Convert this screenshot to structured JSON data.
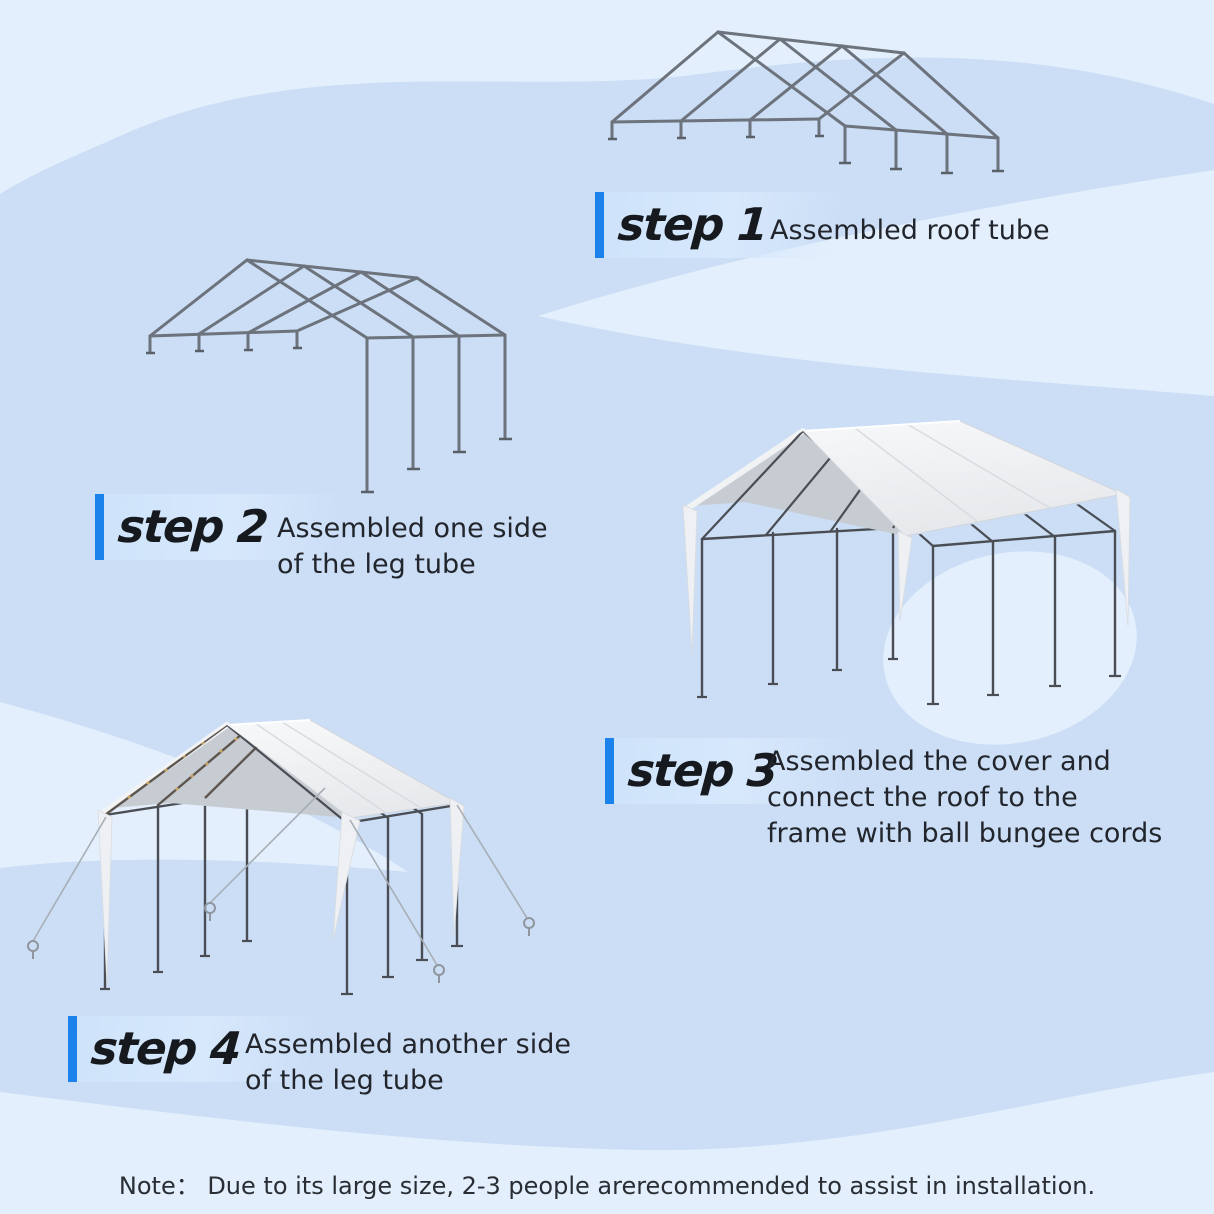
{
  "colors": {
    "background": "#cbdef6",
    "swoosh": "#e3effc",
    "accent_bar": "#1b82ec",
    "text": "#22262c",
    "canopy_white": "#f0f1f3",
    "frame_metal": "#6d737c"
  },
  "steps": [
    {
      "label": "step 1",
      "description": "Assembled roof tube",
      "illustration": "assembled roof tube frame"
    },
    {
      "label": "step 2",
      "description": "Assembled one side\nof the leg tube",
      "illustration": "frame with one side of leg tubes"
    },
    {
      "label": "step 3",
      "description": "Assembled the cover and\nconnect the roof to the\nframe with ball bungee cords",
      "illustration": "canopy cover attached to frame"
    },
    {
      "label": "step 4",
      "description": "Assembled another side\nof the leg tube",
      "illustration": "finished canopy with guy ropes and stakes"
    }
  ],
  "note": "Note：  Due to its large size, 2-3 people arerecommended to assist in installation."
}
